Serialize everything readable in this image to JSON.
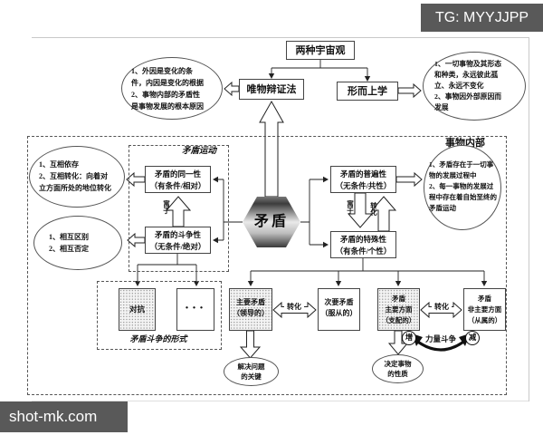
{
  "watermarks": {
    "top_right": "TG: MYYJJPP",
    "bottom_left": "shot-mk.com",
    "bg_color": "#595959"
  },
  "top": {
    "cosmos": "两种宇宙观",
    "dialectics": "唯物辩证法",
    "metaphysics": "形而上学",
    "dialectics_note": {
      "lines": [
        "1、外因是变化的条",
        "件，内因是变化的根据",
        "2、事物内部的矛盾性",
        "是事物发展的根本原因"
      ]
    },
    "metaphysics_note": {
      "lines": [
        "1、一切事物及其形态",
        "和种类，永远彼此孤",
        "立、永远不变化",
        "2、事物因外部原因而",
        "发展"
      ]
    }
  },
  "inner": {
    "label": "事物内部",
    "movement_label": "矛盾运动",
    "core": "矛盾",
    "identity": {
      "lines": [
        "矛盾的同一性",
        "（有条件/相对）"
      ]
    },
    "struggle": {
      "lines": [
        "矛盾的斗争性",
        "（无条件/绝对）"
      ]
    },
    "identity_note": {
      "lines": [
        "1、互相依存",
        "2、互相转化：向着对",
        "立方面所处的地位转化"
      ]
    },
    "struggle_note": {
      "lines": [
        "1、相互区别",
        "2、相互否定"
      ]
    },
    "universality": {
      "lines": [
        "矛盾的普遍性",
        "（无条件/共性）"
      ]
    },
    "particularity": {
      "lines": [
        "矛盾的特殊性",
        "（有条件/个性）"
      ]
    },
    "universality_note": {
      "lines": [
        "1、矛盾存在于一切事",
        "物的发展过程中",
        "2、每一事物的发展过",
        "程中存在着自始至终的",
        "矛盾运动"
      ]
    },
    "arrow_labels": {
      "resides_left": "寓于",
      "resides_right": "寓于",
      "transform_right": "转化"
    }
  },
  "bottom": {
    "forms_label": "矛盾斗争的形式",
    "antagonism": "对抗",
    "dots": "···",
    "main_contradiction": {
      "lines": [
        "主要矛盾",
        "（领导的）"
      ]
    },
    "secondary_contradiction": {
      "lines": [
        "次要矛盾",
        "（服从的）"
      ]
    },
    "main_aspect": {
      "lines": [
        "矛盾",
        "主要方面",
        "（支配的）"
      ]
    },
    "minor_aspect": {
      "lines": [
        "矛盾",
        "非主要方面",
        "（从属的）"
      ]
    },
    "transform_left": "转化",
    "transform_right": "转化",
    "increase": "增",
    "decrease": "减",
    "power_struggle": "力量斗争",
    "key_note": {
      "lines": [
        "解决问题",
        "的关键"
      ]
    },
    "nature_note": {
      "lines": [
        "决定事物",
        "的性质"
      ]
    }
  }
}
